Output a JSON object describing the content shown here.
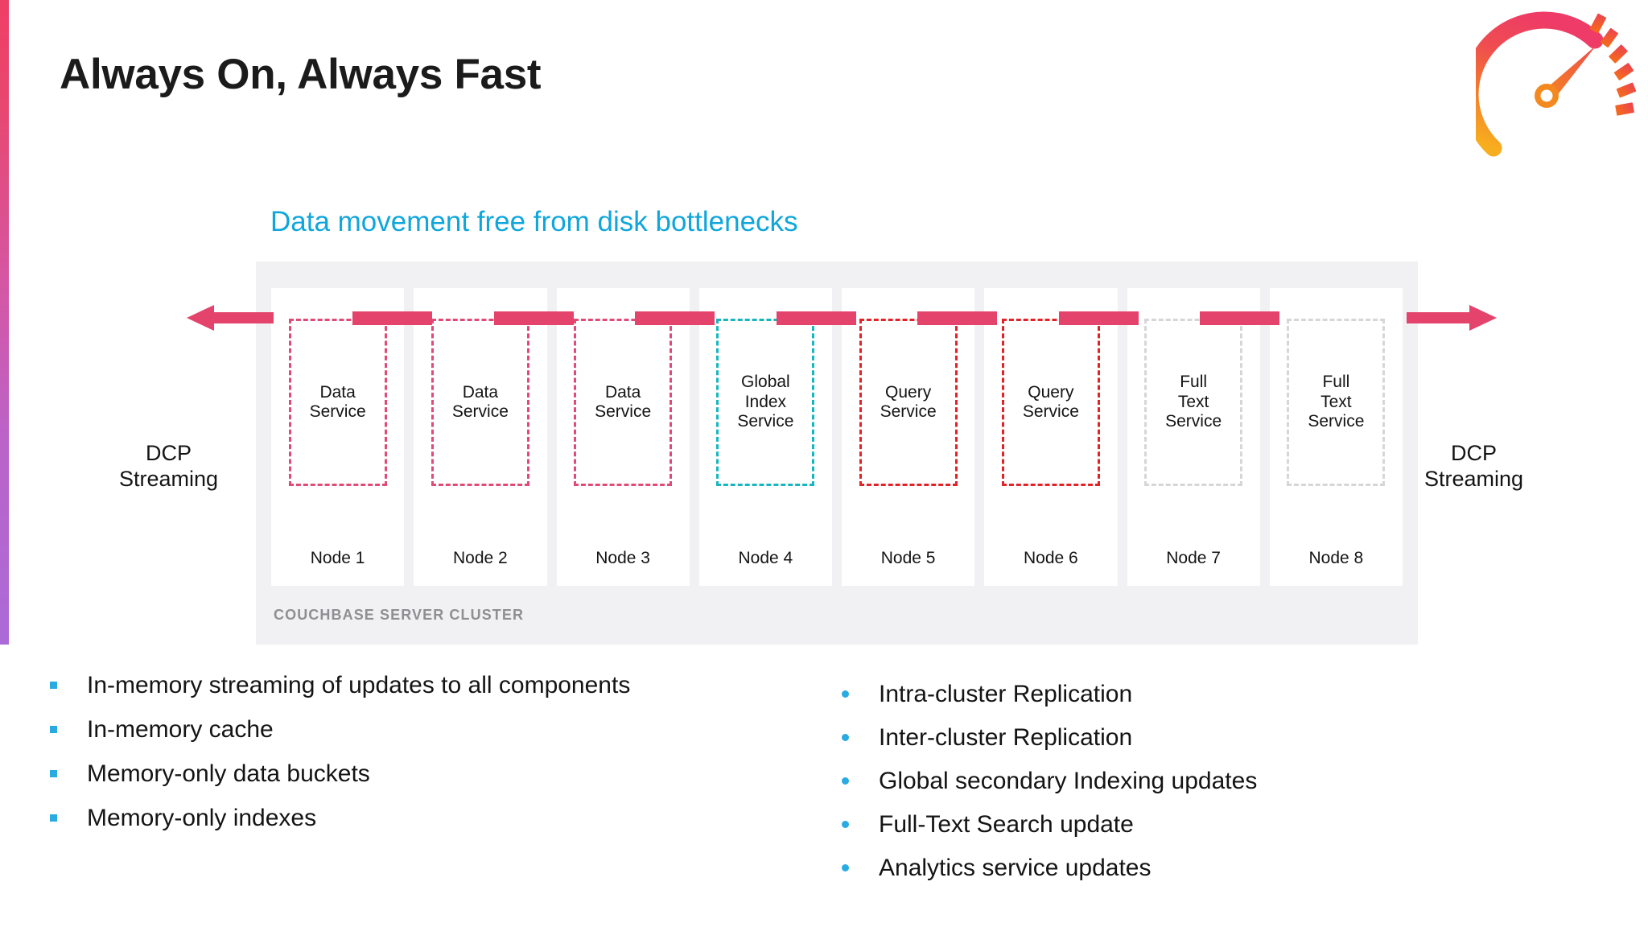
{
  "slide": {
    "title": "Always On, Always Fast",
    "accent_gradient_from": "#ef3f66",
    "accent_gradient_to": "#ab6ad8"
  },
  "header_icon": {
    "name": "speedometer-gauge-icon",
    "gradient_from": "#ee3b67",
    "gradient_to": "#f59c24"
  },
  "diagram": {
    "subtitle": "Data movement free from disk bottlenecks",
    "subtitle_color": "#0fa6dc",
    "cluster_footer": "COUCHBASE SERVER CLUSTER",
    "cluster_bg": "#f1f0f3",
    "connector_color": "#e4436c",
    "dcp_left": "DCP\nStreaming",
    "dcp_left_line1": "DCP",
    "dcp_left_line2": "Streaming",
    "dcp_right_line1": "DCP",
    "dcp_right_line2": "Streaming",
    "nodes": [
      {
        "label": "Node 1",
        "service": "Data\nService",
        "service_line1": "Data",
        "service_line2": "Service",
        "service_line3": "",
        "kind": "data",
        "border_color": "#e04a77"
      },
      {
        "label": "Node 2",
        "service": "Data\nService",
        "service_line1": "Data",
        "service_line2": "Service",
        "service_line3": "",
        "kind": "data",
        "border_color": "#e04a77"
      },
      {
        "label": "Node 3",
        "service": "Data\nService",
        "service_line1": "Data",
        "service_line2": "Service",
        "service_line3": "",
        "kind": "data",
        "border_color": "#e04a77"
      },
      {
        "label": "Node 4",
        "service": "Global\nIndex\nService",
        "service_line1": "Global",
        "service_line2": "Index",
        "service_line3": "Service",
        "kind": "index",
        "border_color": "#17b6bf"
      },
      {
        "label": "Node 5",
        "service": "Query\nService",
        "service_line1": "Query",
        "service_line2": "Service",
        "service_line3": "",
        "kind": "query",
        "border_color": "#e32227"
      },
      {
        "label": "Node 6",
        "service": "Query\nService",
        "service_line1": "Query",
        "service_line2": "Service",
        "service_line3": "",
        "kind": "query",
        "border_color": "#e32227"
      },
      {
        "label": "Node 7",
        "service": "Full\nText\nService",
        "service_line1": "Full",
        "service_line2": "Text",
        "service_line3": "Service",
        "kind": "fts",
        "border_color": "#d6d6d8"
      },
      {
        "label": "Node 8",
        "service": "Full\nText\nService",
        "service_line1": "Full",
        "service_line2": "Text",
        "service_line3": "Service",
        "kind": "fts",
        "border_color": "#d6d6d8"
      }
    ]
  },
  "bullets": {
    "marker_color": "#29abe2",
    "left": [
      "In-memory streaming of updates to all components",
      "In-memory cache",
      "Memory-only data buckets",
      "Memory-only indexes"
    ],
    "right": [
      "Intra-cluster Replication",
      "Inter-cluster Replication",
      "Global secondary Indexing updates",
      "Full-Text Search update",
      "Analytics service updates"
    ]
  }
}
